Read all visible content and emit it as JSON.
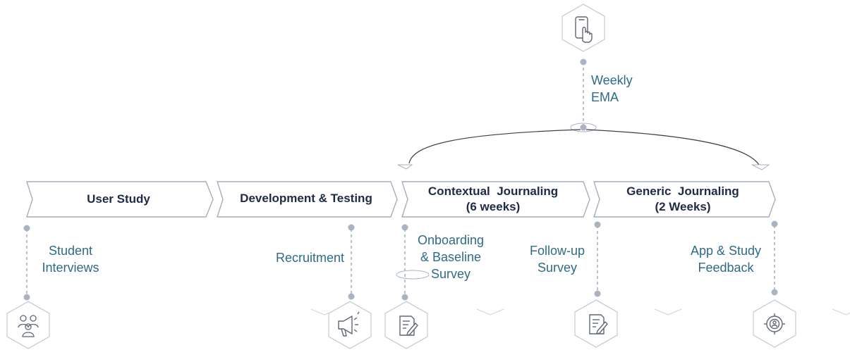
{
  "phases": [
    {
      "line1": "User Study",
      "line2": ""
    },
    {
      "line1": "Development & Testing",
      "line2": ""
    },
    {
      "line1": "Contextual  Journaling",
      "line2": "(6 weeks)"
    },
    {
      "line1": "Generic  Journaling",
      "line2": "(2 Weeks)"
    }
  ],
  "notes": {
    "weekly_ema": {
      "line1": "Weekly",
      "line2": "EMA"
    },
    "student_interviews": {
      "line1": "Student",
      "line2": "Interviews"
    },
    "recruitment": {
      "line1": "Recruitment"
    },
    "onboarding": {
      "line1": "Onboarding",
      "line2": "& Baseline",
      "line3": "Survey"
    },
    "follow_up": {
      "line1": "Follow-up",
      "line2": "Survey"
    },
    "app_feedback": {
      "line1": "App & Study",
      "line2": "Feedback"
    }
  },
  "icons": {
    "top": "phone-tap-icon",
    "interviews": "people-icon",
    "recruitment": "megaphone-icon",
    "onboarding": "survey-pen-icon",
    "follow_up": "survey-pen-icon",
    "feedback": "target-person-icon"
  },
  "colors": {
    "phase_border": "#a5adbb",
    "phase_text": "#1f2a44",
    "note_text": "#2f6b87",
    "connector": "#a9b3c1",
    "icon": "#6b7280"
  }
}
